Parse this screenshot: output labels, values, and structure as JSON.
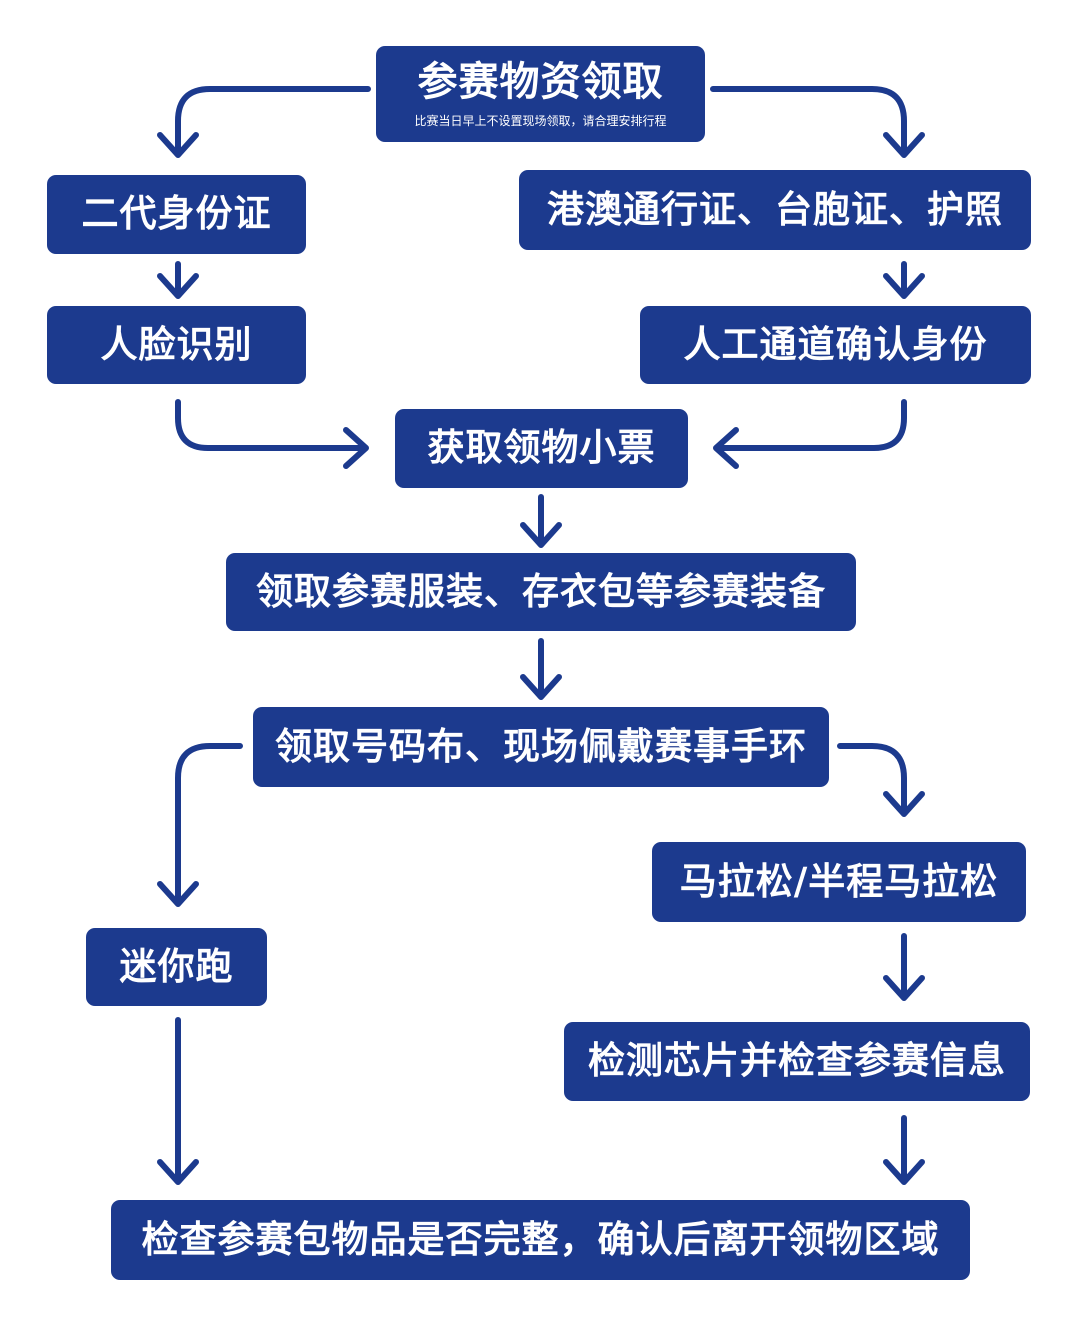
{
  "colors": {
    "box_fill": "#1c3a8e",
    "text": "#ffffff",
    "arrow": "#1c3a8e",
    "background": "#ffffff"
  },
  "nodes": {
    "start": {
      "label": "参赛物资领取",
      "note": "比赛当日早上不设置现场领取，请合理安排行程"
    },
    "id_card": {
      "label": "二代身份证"
    },
    "other_docs": {
      "label": "港澳通行证、台胞证、护照"
    },
    "face_recognition": {
      "label": "人脸识别"
    },
    "manual_check": {
      "label": "人工通道确认身份"
    },
    "ticket": {
      "label": "获取领物小票"
    },
    "gear": {
      "label": "领取参赛服装、存衣包等参赛装备"
    },
    "bib": {
      "label": "领取号码布、现场佩戴赛事手环"
    },
    "marathon": {
      "label": "马拉松/半程马拉松"
    },
    "mini_run": {
      "label": "迷你跑"
    },
    "chip_check": {
      "label": "检测芯片并检查参赛信息"
    },
    "final_check": {
      "label": "检查参赛包物品是否完整，确认后离开领物区域"
    }
  },
  "edges": [
    {
      "from": "start",
      "to": "id_card"
    },
    {
      "from": "start",
      "to": "other_docs"
    },
    {
      "from": "id_card",
      "to": "face_recognition"
    },
    {
      "from": "other_docs",
      "to": "manual_check"
    },
    {
      "from": "face_recognition",
      "to": "ticket"
    },
    {
      "from": "manual_check",
      "to": "ticket"
    },
    {
      "from": "ticket",
      "to": "gear"
    },
    {
      "from": "gear",
      "to": "bib"
    },
    {
      "from": "bib",
      "to": "mini_run"
    },
    {
      "from": "bib",
      "to": "marathon"
    },
    {
      "from": "marathon",
      "to": "chip_check"
    },
    {
      "from": "mini_run",
      "to": "final_check"
    },
    {
      "from": "chip_check",
      "to": "final_check"
    }
  ]
}
